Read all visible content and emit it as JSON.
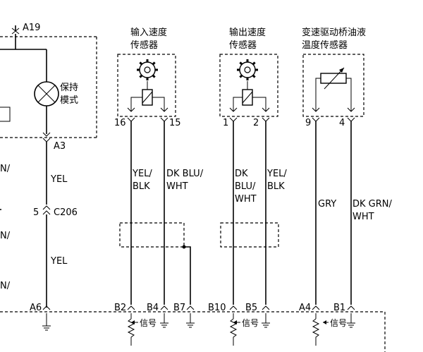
{
  "connectors_top": {
    "a19": "A19",
    "a3": "A3",
    "c206_pin": "5",
    "c206": "C206"
  },
  "lamp": {
    "label_line1": "保持",
    "label_line2": "模式"
  },
  "left_partial": {
    "n1": "N/",
    "n2": "N/",
    "n3": "N/"
  },
  "wires_left": {
    "yel_upper": "YEL",
    "yel_lower": "YEL"
  },
  "sensors": {
    "input": {
      "title_line1": "输入速度",
      "title_line2": "传感器",
      "pin_a": "16",
      "pin_b": "15"
    },
    "output": {
      "title_line1": "输出速度",
      "title_line2": "传感器",
      "pin_a": "1",
      "pin_b": "2"
    },
    "temp": {
      "title_line1": "变速驱动桥油液",
      "title_line2": "温度传感器",
      "pin_a": "9",
      "pin_b": "4"
    }
  },
  "wire_colors": {
    "w1_line1": "YEL/",
    "w1_line2": "BLK",
    "w2_line1": "DK BLU/",
    "w2_line2": "WHT",
    "w3_line1": "DK",
    "w3_line2": "BLU/",
    "w3_line3": "WHT",
    "w4_line1": "YEL/",
    "w4_line2": "BLK",
    "w5": "GRY",
    "w6_line1": "DK GRN/",
    "w6_line2": "WHT"
  },
  "bottom_pins": {
    "a6": "A6",
    "b2": "B2",
    "b4": "B4",
    "b7": "B7",
    "b10": "B10",
    "b5": "B5",
    "a4": "A4",
    "b1": "B1"
  },
  "signal_labels": {
    "s1": "信号",
    "s2": "信号",
    "s3": "信号"
  }
}
